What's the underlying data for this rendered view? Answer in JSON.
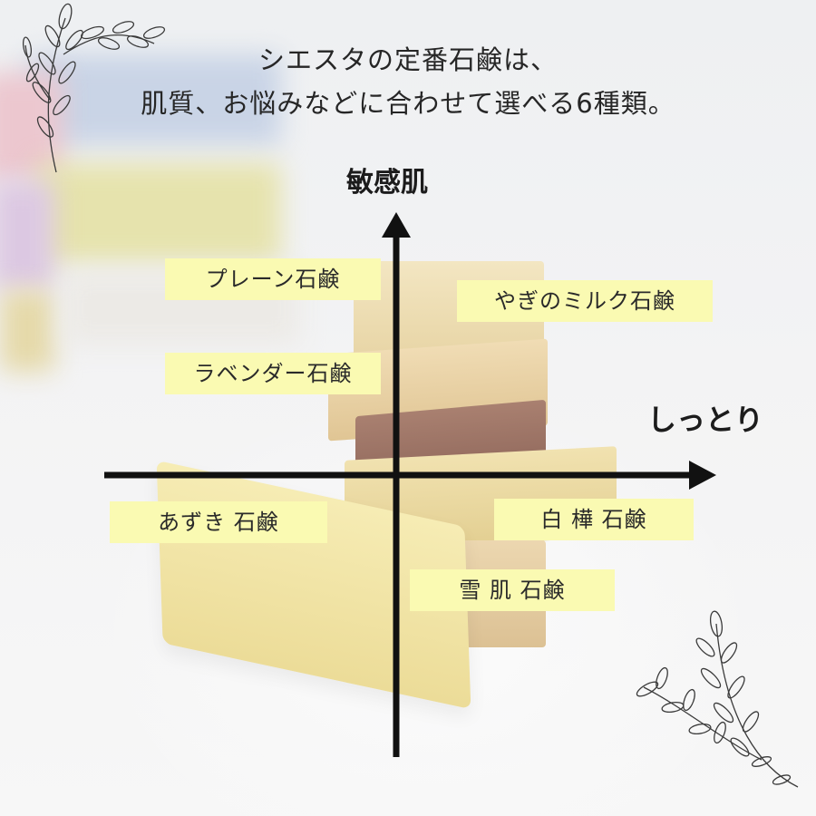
{
  "headline": {
    "line1": "シエスタの定番石鹸は、",
    "line2": "肌質、お悩みなどに合わせて選べる6種類。"
  },
  "axes": {
    "vertical_label": "敏感肌",
    "horizontal_label": "しっとり"
  },
  "products": [
    {
      "id": "plain",
      "label": "プレーン石鹸"
    },
    {
      "id": "goat-milk",
      "label": "やぎのミルク石鹸"
    },
    {
      "id": "lavender",
      "label": "ラベンダー石鹸"
    },
    {
      "id": "azuki",
      "label": "あずき 石鹸"
    },
    {
      "id": "birch",
      "label": "白 樺 石鹸"
    },
    {
      "id": "snow-skin",
      "label": "雪 肌 石鹸"
    }
  ],
  "colors": {
    "tag_fill": "#fafab2",
    "axis": "#111111",
    "text": "#262626"
  },
  "icons": [
    "leaf-branch-icon",
    "leaf-branch-icon"
  ]
}
